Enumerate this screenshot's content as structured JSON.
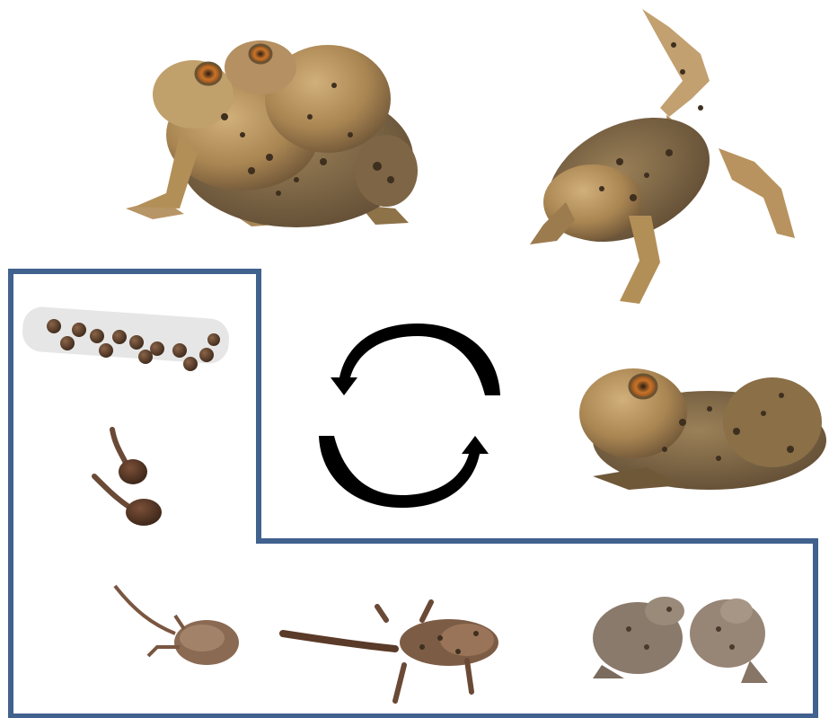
{
  "diagram": {
    "kind": "life-cycle",
    "stages": [
      {
        "id": "mating-toads",
        "icon": "mating-toads-icon"
      },
      {
        "id": "jumping-toad",
        "icon": "jumping-toad-icon"
      },
      {
        "id": "adult-toad",
        "icon": "adult-toad-icon"
      },
      {
        "id": "toadlets",
        "icon": "toadlets-icon"
      },
      {
        "id": "tadpole-with-legs",
        "icon": "tadpole-with-legs-icon"
      },
      {
        "id": "tadpole-with-hind-legs",
        "icon": "tadpole-with-hind-legs-icon"
      },
      {
        "id": "tadpoles",
        "icon": "tadpoles-icon"
      },
      {
        "id": "egg-string",
        "icon": "egg-string-icon"
      }
    ],
    "cycle_arrows": {
      "count": 2,
      "direction": "circular"
    },
    "aquatic_region": {
      "shape": "L-outline"
    },
    "colors": {
      "outline": "#41618e",
      "toad_light": "#b38f58",
      "toad_dark": "#7d6545",
      "toad_spots": "#3e2f1f",
      "egg": "#5b3e2a",
      "egg_strip": "#e6e6e6",
      "tadpole": "#4b2f21",
      "arrow": "#000000"
    }
  }
}
